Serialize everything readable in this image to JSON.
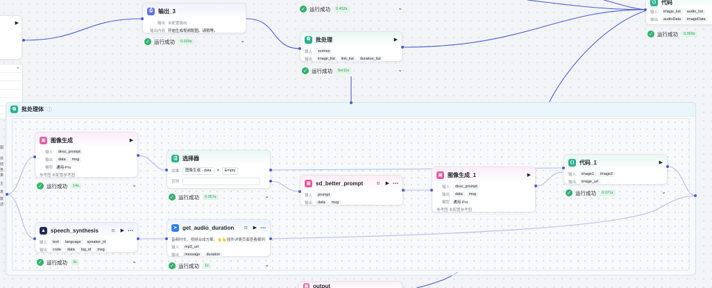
{
  "colors": {
    "edge": "#4a5bd6",
    "success": "#2fb36b",
    "badge_bg": "#dff5e7",
    "group_border": "#cfe3ee"
  },
  "nodes": {
    "output3": {
      "title": "输出_3",
      "row1_label": "输出",
      "row1_value": "未配置输出",
      "row2_label": "输出内容",
      "row2_value": "开始生成视频配图。请稍等。",
      "status": "运行成功",
      "time": "0.020s"
    },
    "top_status": {
      "status": "运行成功",
      "time": "0.452s"
    },
    "batch": {
      "title": "批处理",
      "in_label": "输入",
      "in_chips": [
        "scenes"
      ],
      "out_label": "输出",
      "out_chips": [
        "image_list",
        "link_list",
        "duration_list"
      ],
      "status": "运行成功",
      "time": "5m11s"
    },
    "code_top": {
      "title": "代码",
      "in_label": "输入",
      "in_chips": [
        "image_list",
        "audio_list"
      ],
      "out_label": "输出",
      "out_chips": [
        "audioData",
        "imageData"
      ],
      "status": "运行成功",
      "time": "0.069s"
    },
    "group": {
      "title": "批处理体"
    },
    "image_gen": {
      "title": "图像生成",
      "in_label": "输入",
      "in_chips": [
        "desc_prompt"
      ],
      "out_label": "输出",
      "out_chips": [
        "data",
        "msg"
      ],
      "model_label": "模型",
      "model_value": "通用-Pro",
      "ref_label": "参考图",
      "ref_value": "未配置参考图",
      "status": "运行成功",
      "time": "14s"
    },
    "selector": {
      "title": "选择器",
      "cond_label": "如果",
      "cond_field": "图像生成 - data",
      "cond_op": "≠",
      "cond_value": "Empty",
      "else_label": "否则",
      "status": "运行成功",
      "time": "0.057s"
    },
    "sd_prompt": {
      "title": "sd_better_prompt",
      "in_label": "输入",
      "in_chips": [
        "prompt"
      ],
      "out_label": "输出",
      "out_chips": [
        "data",
        "msg"
      ]
    },
    "image_gen1": {
      "title": "图像生成_1",
      "in_label": "输入",
      "in_chips": [
        "desc_prompt"
      ],
      "out_label": "输出",
      "out_chips": [
        "data",
        "msg"
      ],
      "model_label": "模型",
      "model_value": "通用-Pro",
      "ref_label": "参考图",
      "ref_value": "未配置参考图"
    },
    "code1": {
      "title": "代码_1",
      "in_label": "输入",
      "in_chips": [
        "image1",
        "image2"
      ],
      "out_label": "输出",
      "out_chips": [
        "image_url"
      ],
      "status": "运行成功",
      "time": "0.071s"
    },
    "speech": {
      "title": "speech_synthesis",
      "in_label": "输入",
      "in_chips": [
        "text",
        "language",
        "speaker_id"
      ],
      "out_label": "输出",
      "out_chips": [
        "code",
        "data",
        "log_id",
        "msg"
      ],
      "status": "运行成功",
      "time": "3s"
    },
    "audio_dur": {
      "title": "get_audio_duration",
      "desc": "音频时长，视频合成方案。👆👆插件详情页面查看案例",
      "in_label": "输入",
      "in_chips": [
        "mp3_url"
      ],
      "out_label": "输出",
      "out_chips": [
        "message",
        "duration"
      ],
      "status": "运行成功",
      "time": "1s"
    },
    "output_bottom": {
      "title": "output"
    }
  },
  "side_texts": [
    "图",
    "供",
    "结",
    "各",
    "果",
    "主",
    "意",
    "数",
    "述"
  ]
}
